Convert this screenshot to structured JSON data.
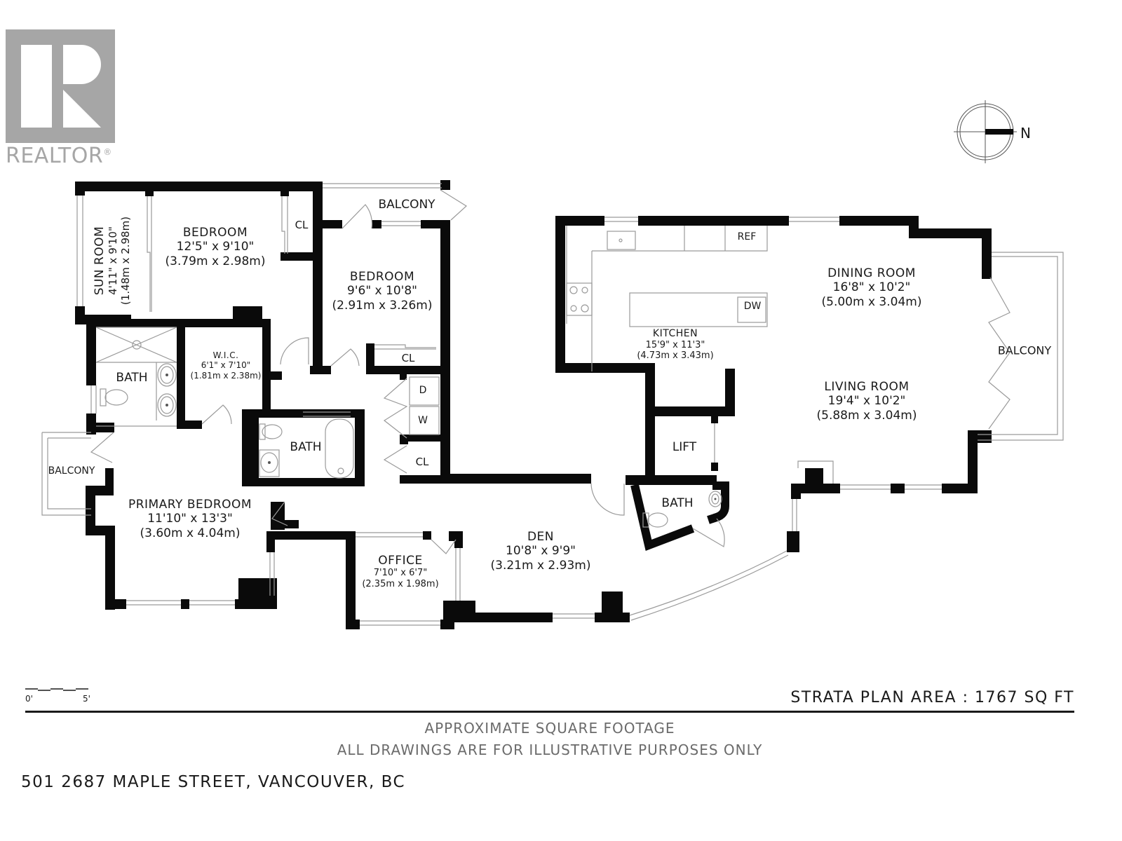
{
  "logo": {
    "brand_text": "REALTOR",
    "registered_mark": "®",
    "icon": "realtor-r-logo-icon",
    "color": "#a6a6a6"
  },
  "compass": {
    "icon": "north-arrow-compass-icon",
    "direction_label": "N"
  },
  "rooms": [
    {
      "id": "sun-room",
      "name": "SUN ROOM",
      "imperial": "4'11\" x 9'10\"",
      "metric": "(1.48m x 2.98m)",
      "orientation": "vertical"
    },
    {
      "id": "bedroom-1",
      "name": "BEDROOM",
      "imperial": "12'5\" x 9'10\"",
      "metric": "(3.79m x 2.98m)"
    },
    {
      "id": "bedroom-2",
      "name": "BEDROOM",
      "imperial": "9'6\" x 10'8\"",
      "metric": "(2.91m x 3.26m)"
    },
    {
      "id": "wic",
      "name": "W.I.C.",
      "imperial": "6'1\" x 7'10\"",
      "metric": "(1.81m x 2.38m)"
    },
    {
      "id": "primary-bedroom",
      "name": "PRIMARY BEDROOM",
      "imperial": "11'10\" x 13'3\"",
      "metric": "(3.60m x 4.04m)"
    },
    {
      "id": "office",
      "name": "OFFICE",
      "imperial": "7'10\" x 6'7\"",
      "metric": "(2.35m x 1.98m)"
    },
    {
      "id": "den",
      "name": "DEN",
      "imperial": "10'8\" x 9'9\"",
      "metric": "(3.21m x 2.93m)"
    },
    {
      "id": "kitchen",
      "name": "KITCHEN",
      "imperial": "15'9\" x 11'3\"",
      "metric": "(4.73m x 3.43m)"
    },
    {
      "id": "dining-room",
      "name": "DINING ROOM",
      "imperial": "16'8\" x 10'2\"",
      "metric": "(5.00m x 3.04m)"
    },
    {
      "id": "living-room",
      "name": "LIVING ROOM",
      "imperial": "19'4\" x 10'2\"",
      "metric": "(5.88m x 3.04m)"
    }
  ],
  "tags": {
    "cl_bedroom1": "CL",
    "cl_bedroom2": "CL",
    "cl_hall": "CL",
    "balcony_top": "BALCONY",
    "balcony_left": "BALCONY",
    "balcony_right": "BALCONY",
    "bath_ensuite": "BATH",
    "bath_main": "BATH",
    "bath_powder": "BATH",
    "dryer": "D",
    "washer": "W",
    "lift": "LIFT",
    "ref": "REF",
    "dw": "DW"
  },
  "scale_bar": {
    "start": "0'",
    "end": "5'"
  },
  "area": {
    "label": "STRATA PLAN AREA",
    "separator": ":",
    "value": "1767",
    "unit": "SQ FT"
  },
  "disclaimer": {
    "line1": "APPROXIMATE SQUARE FOOTAGE",
    "line2": "ALL DRAWINGS ARE FOR ILLUSTRATIVE PURPOSES ONLY"
  },
  "address": "501 2687 MAPLE STREET, VANCOUVER, BC",
  "colors": {
    "wall": "#0a0a0a",
    "fixture": "#9a9a9a",
    "logo": "#a6a6a6",
    "disclaimer": "#6b6b6b"
  }
}
